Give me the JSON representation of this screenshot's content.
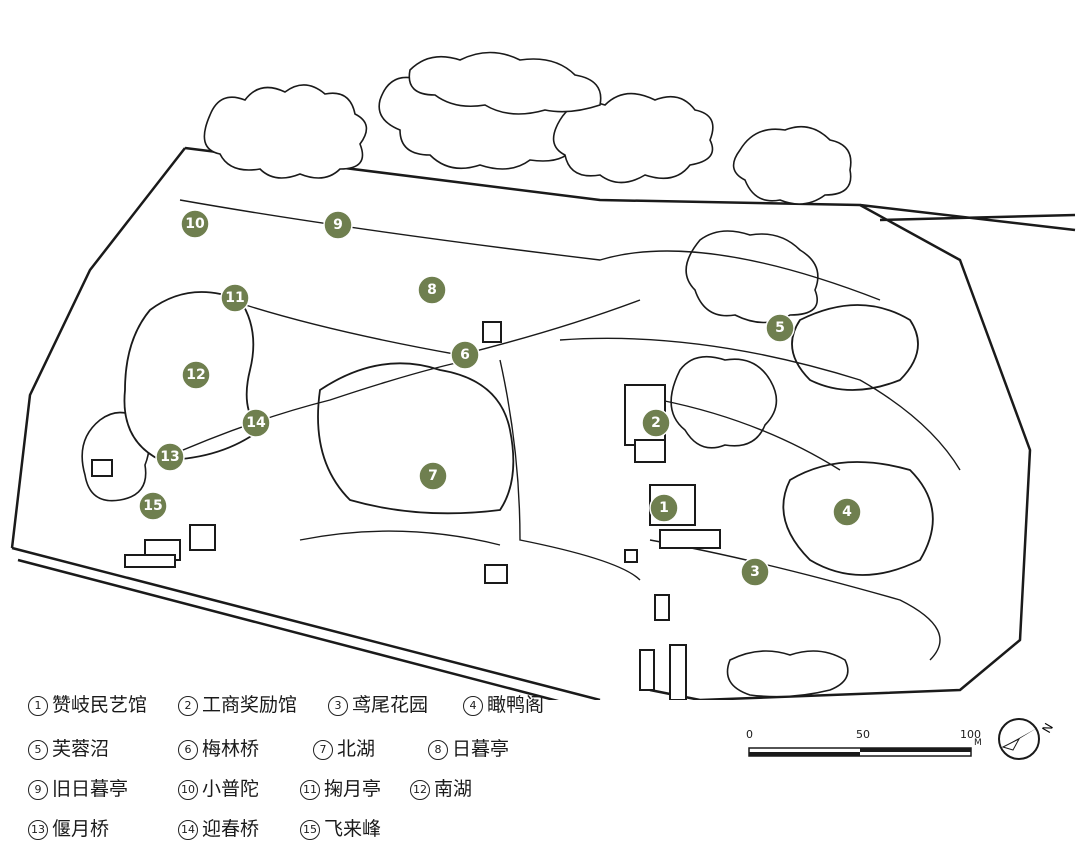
{
  "map": {
    "markers": [
      {
        "n": "1"
      },
      {
        "n": "2"
      },
      {
        "n": "3"
      },
      {
        "n": "4"
      },
      {
        "n": "5"
      },
      {
        "n": "6"
      },
      {
        "n": "7"
      },
      {
        "n": "8"
      },
      {
        "n": "9"
      },
      {
        "n": "10"
      },
      {
        "n": "11"
      },
      {
        "n": "12"
      },
      {
        "n": "13"
      },
      {
        "n": "14"
      },
      {
        "n": "15"
      }
    ]
  },
  "legend": [
    {
      "num": "1",
      "name": "赞岐民艺馆"
    },
    {
      "num": "2",
      "name": "工商奖励馆"
    },
    {
      "num": "3",
      "name": "鸢尾花园"
    },
    {
      "num": "4",
      "name": "瞰鸭阁"
    },
    {
      "num": "5",
      "name": "芙蓉沼"
    },
    {
      "num": "6",
      "name": "梅林桥"
    },
    {
      "num": "7",
      "name": "北湖"
    },
    {
      "num": "8",
      "name": "日暮亭"
    },
    {
      "num": "9",
      "name": "旧日暮亭"
    },
    {
      "num": "10",
      "name": "小普陀"
    },
    {
      "num": "11",
      "name": "掬月亭"
    },
    {
      "num": "12",
      "name": "南湖"
    },
    {
      "num": "13",
      "name": "偃月桥"
    },
    {
      "num": "14",
      "name": "迎春桥"
    },
    {
      "num": "15",
      "name": "飞来峰"
    }
  ],
  "scale": {
    "ticks": [
      "0",
      "50",
      "100"
    ],
    "unit": "M"
  },
  "north_label": "N",
  "colors": {
    "marker": "#6f7f4f",
    "ink": "#1a1a1a"
  }
}
